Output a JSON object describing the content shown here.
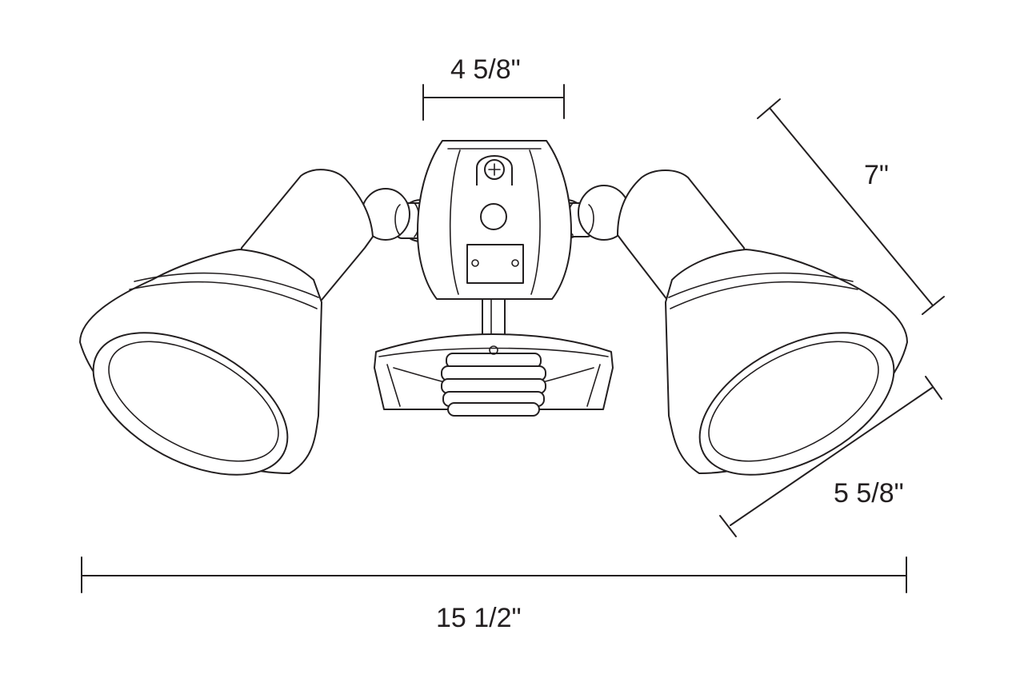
{
  "dimensions": {
    "top_width": "4 5/8\"",
    "height": "7\"",
    "depth": "5 5/8\"",
    "overall_width": "15 1/2\""
  },
  "colors": {
    "line": "#231f20",
    "background": "#ffffff"
  }
}
